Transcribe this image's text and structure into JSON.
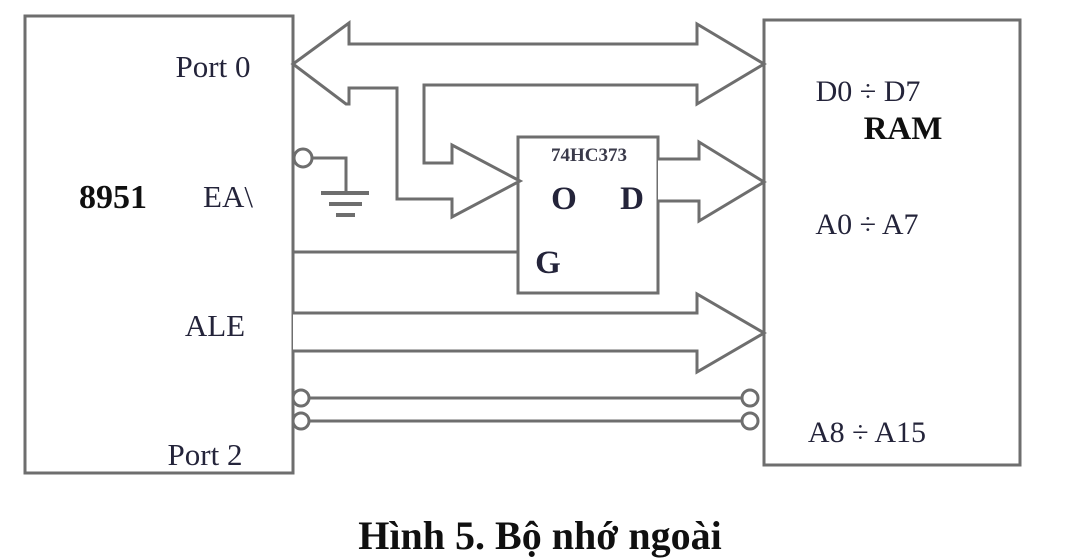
{
  "figure": {
    "caption": "Hình 5. Bộ nhớ ngoài"
  },
  "mcu": {
    "label": "8951",
    "pin_port0": "Port 0",
    "pin_ea": "EA\\",
    "pin_ale": "ALE",
    "pin_port2": "Port 2"
  },
  "latch": {
    "label": "74HC373",
    "pin_o": "O",
    "pin_d": "D",
    "pin_g": "G"
  },
  "ram": {
    "label": "RAM",
    "data_bus": "D0 ÷ D7",
    "addr_low": "A0 ÷ A7",
    "addr_high": "A8 ÷ A15"
  },
  "colors": {
    "line": "#6e6e6e",
    "pin_text": "#24243a",
    "bold_text": "#101010",
    "background": "#ffffff"
  }
}
